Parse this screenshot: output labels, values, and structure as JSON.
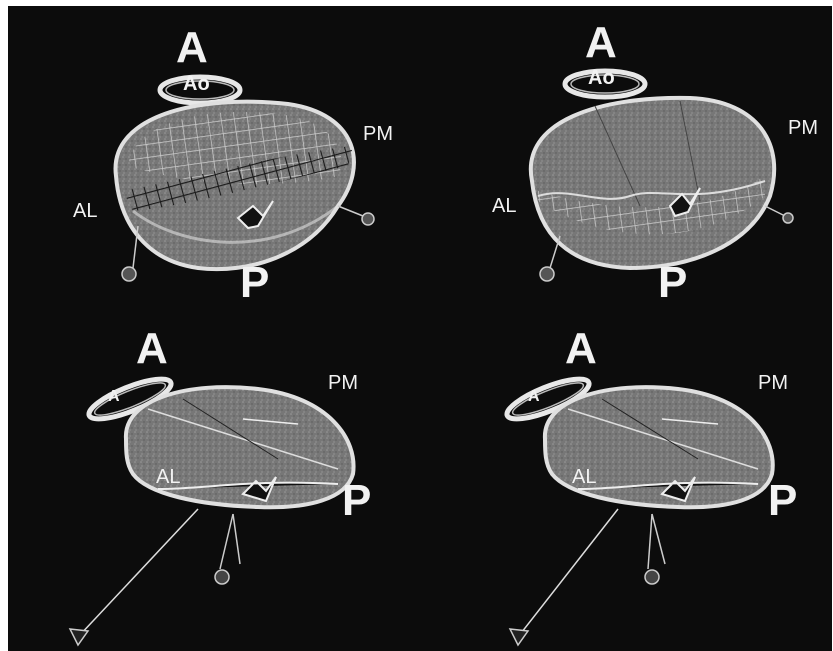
{
  "panels": [
    {
      "id": "top-left",
      "labels": {
        "anterior": "A",
        "aorta": "Ao",
        "posteromedial": "PM",
        "anterolateral": "AL",
        "posterior": "P"
      }
    },
    {
      "id": "top-right",
      "labels": {
        "anterior": "A",
        "aorta": "Ao",
        "posteromedial": "PM",
        "anterolateral": "AL",
        "posterior": "P"
      }
    },
    {
      "id": "bottom-left",
      "labels": {
        "anterior": "A",
        "aorta": "A",
        "posteromedial": "PM",
        "anterolateral": "AL",
        "posterior": "P"
      }
    },
    {
      "id": "bottom-right",
      "labels": {
        "anterior": "A",
        "aorta": "A",
        "posteromedial": "PM",
        "anterolateral": "AL",
        "posterior": "P"
      }
    }
  ],
  "colors": {
    "background": "#0c0c0c",
    "valve_fill": "#8a8a8a",
    "rim": "#e6e6e6",
    "label": "#f2f2f2"
  }
}
